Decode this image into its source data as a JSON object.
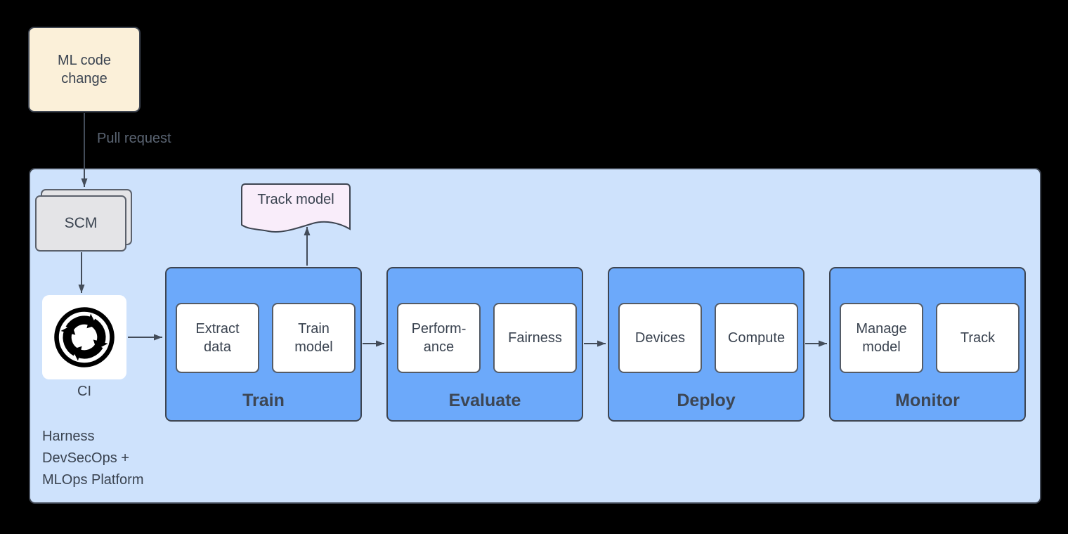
{
  "diagram": {
    "title": "ML code change to MLOps pipeline flow",
    "nodes": {
      "ml_code_change": {
        "label": "ML code\nchange"
      },
      "scm": {
        "label": "SCM"
      },
      "ci": {
        "label": "CI",
        "icon": "ci-cycle-icon"
      },
      "track_model": {
        "label": "Track model"
      },
      "platform": {
        "label": "Harness\nDevSecOps +\nMLOps Platform"
      }
    },
    "stages": [
      {
        "label": "Train",
        "items": [
          "Extract\ndata",
          "Train\nmodel"
        ]
      },
      {
        "label": "Evaluate",
        "items": [
          "Perform-\nance",
          "Fairness"
        ]
      },
      {
        "label": "Deploy",
        "items": [
          "Devices",
          "Compute"
        ]
      },
      {
        "label": "Monitor",
        "items": [
          "Manage\nmodel",
          "Track"
        ]
      }
    ],
    "edges": [
      {
        "from": "ml-code-change",
        "to": "scm",
        "label": "Pull request"
      },
      {
        "from": "scm",
        "to": "ci",
        "label": ""
      },
      {
        "from": "ci",
        "to": "train",
        "label": ""
      },
      {
        "from": "train",
        "to": "track-model",
        "label": ""
      },
      {
        "from": "train",
        "to": "evaluate",
        "label": ""
      },
      {
        "from": "evaluate",
        "to": "deploy",
        "label": ""
      },
      {
        "from": "deploy",
        "to": "monitor",
        "label": ""
      }
    ],
    "colors": {
      "background": "#000000",
      "stage_fill": "#6CA9FA",
      "container_fill": "#CEE2FC",
      "note_fill": "#FBF0D9",
      "document_fill": "#F9EDFA",
      "scm_fill": "#E4E4E7",
      "border_dark": "#3E4551",
      "arrow": "#434C59",
      "text_dark": "#3A4350",
      "muted_label": "#5A6472",
      "ci_icon": "#000000"
    }
  }
}
